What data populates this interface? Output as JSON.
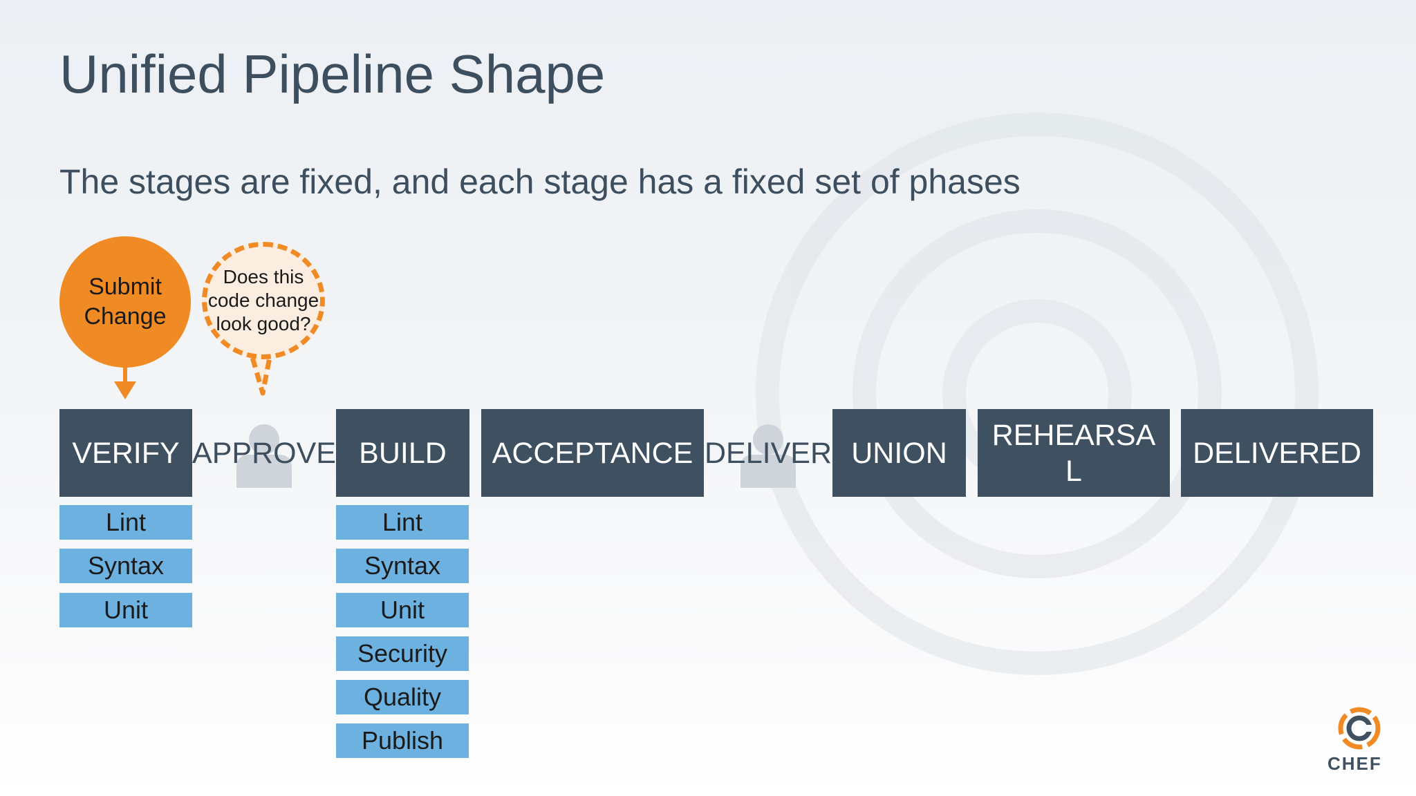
{
  "slide": {
    "title": "Unified Pipeline Shape",
    "subtitle": "The stages are fixed, and each stage has a fixed set of phases"
  },
  "callouts": {
    "submit": "Submit Change",
    "question": "Does this code change look good?"
  },
  "stages": [
    {
      "label": "VERIFY",
      "kind": "stage"
    },
    {
      "label": "APPROVE",
      "kind": "gate",
      "icon": "person-icon"
    },
    {
      "label": "BUILD",
      "kind": "stage"
    },
    {
      "label": "ACCEPTANCE",
      "kind": "stage"
    },
    {
      "label": "DELIVER",
      "kind": "gate",
      "icon": "person-icon"
    },
    {
      "label": "UNION",
      "kind": "stage"
    },
    {
      "label": "REHEARSAL",
      "kind": "stage"
    },
    {
      "label": "DELIVERED",
      "kind": "stage"
    }
  ],
  "phases": {
    "verify": [
      "Lint",
      "Syntax",
      "Unit"
    ],
    "build": [
      "Lint",
      "Syntax",
      "Unit",
      "Security",
      "Quality",
      "Publish"
    ]
  },
  "logo": {
    "wordmark": "CHEF"
  },
  "colors": {
    "stage_fill": "#3f5161",
    "phase_fill": "#6cb1e0",
    "accent_orange": "#f08a24",
    "text_dark": "#3d4e5f"
  }
}
